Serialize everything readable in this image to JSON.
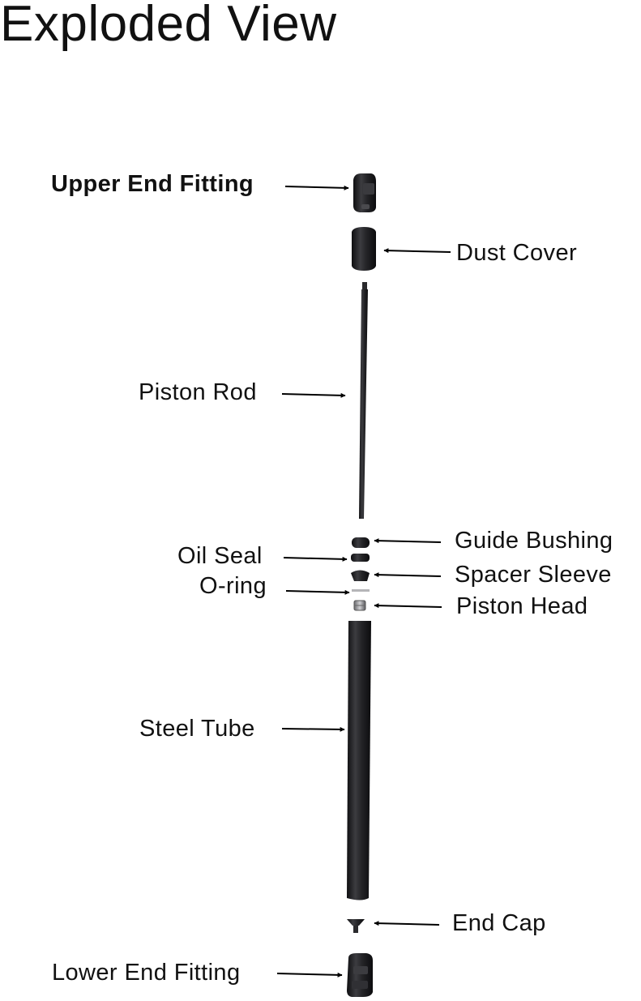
{
  "title": "Exploded View",
  "parts": {
    "upper_end_fitting": "Upper End Fitting",
    "dust_cover": "Dust Cover",
    "piston_rod": "Piston Rod",
    "guide_bushing": "Guide Bushing",
    "oil_seal": "Oil Seal",
    "spacer_sleeve": "Spacer Sleeve",
    "o_ring": "O-ring",
    "piston_head": "Piston Head",
    "steel_tube": "Steel Tube",
    "end_cap": "End Cap",
    "lower_end_fitting": "Lower End Fitting"
  },
  "colors": {
    "part_dark": "#1d1d1f",
    "part_highlight": "#4a4a4e",
    "arrow": "#000000",
    "text": "#111111"
  }
}
